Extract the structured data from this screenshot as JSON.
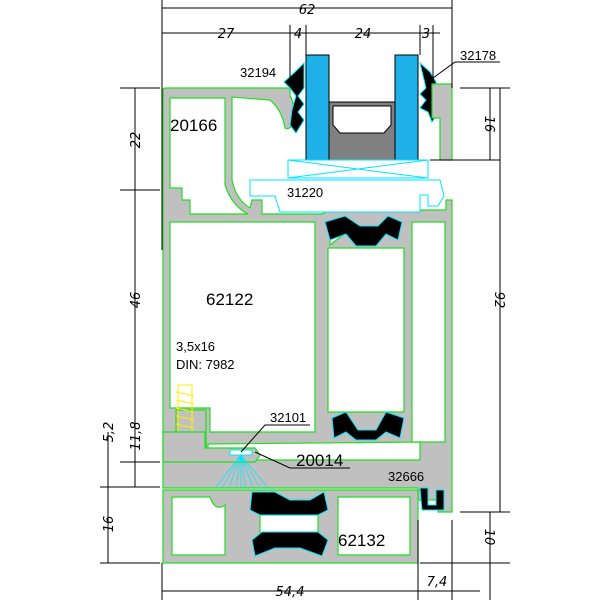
{
  "dimensions": {
    "top_total": "62",
    "top_27": "27",
    "top_4": "4",
    "top_24": "24",
    "top_3": "3",
    "left_22": "22",
    "left_46": "46",
    "left_11_8": "11,8",
    "left_5_2": "5,2",
    "left_16": "16",
    "right_16": "16",
    "right_92": "92",
    "right_10": "10",
    "bottom_54_4": "54,4",
    "bottom_7_4": "7,4"
  },
  "labels": {
    "p32194": "32194",
    "p32178": "32178",
    "p20166": "20166",
    "p31220": "31220",
    "p62122": "62122",
    "screw_size": "3,5x16",
    "screw_din": "DIN: 7982",
    "p32101": "32101",
    "p20014": "20014",
    "p32666": "32666",
    "p62132": "62132"
  },
  "colors": {
    "profile": "#c0c0c0",
    "profile_outline": "#22dd22",
    "glass": "#1fb0e8",
    "gasket_outline": "#00e5ff",
    "screw": "#ffee00"
  }
}
